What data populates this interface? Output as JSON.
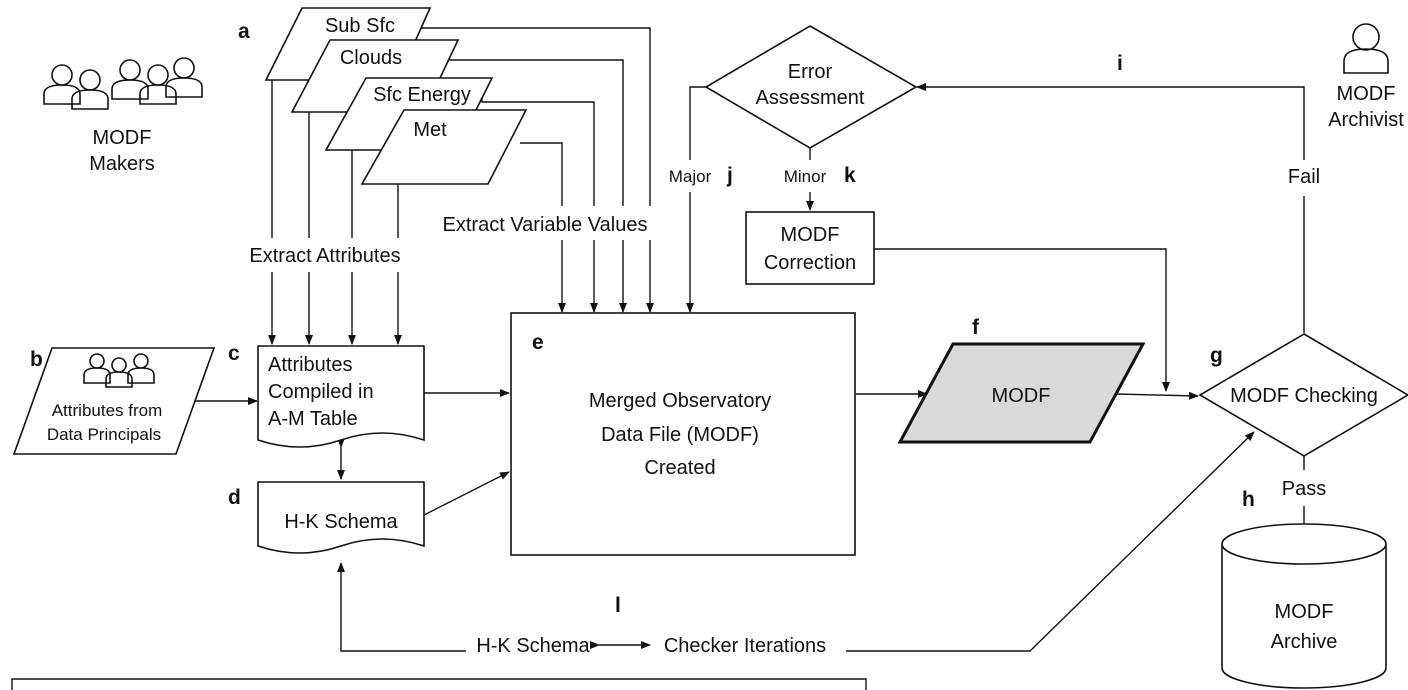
{
  "makers": {
    "line1": "MODF",
    "line2": "Makers"
  },
  "archivist": {
    "line1": "MODF",
    "line2": "Archivist"
  },
  "letters": {
    "a": "a",
    "b": "b",
    "c": "c",
    "d": "d",
    "e": "e",
    "f": "f",
    "g": "g",
    "h": "h",
    "i": "i",
    "j": "j",
    "k": "k",
    "l": "l"
  },
  "sources": {
    "sub_sfc": "Sub Sfc",
    "clouds": "Clouds",
    "sfc_energy": "Sfc Energy",
    "met": "Met"
  },
  "extract_attributes": "Extract Attributes",
  "extract_variable_values": "Extract Variable Values",
  "principals": {
    "line1": "Attributes from",
    "line2": "Data Principals"
  },
  "attributes_table": {
    "line1": "Attributes",
    "line2": "Compiled in",
    "line3": "A-M Table"
  },
  "hk_schema": "H-K Schema",
  "modf_created": {
    "line1": "Merged Observatory",
    "line2": "Data File (MODF)",
    "line3": "Created"
  },
  "modf": "MODF",
  "modf_checking": "MODF Checking",
  "error_assessment": {
    "line1": "Error",
    "line2": "Assessment"
  },
  "modf_correction": {
    "line1": "MODF",
    "line2": "Correction"
  },
  "major": "Major",
  "minor": "Minor",
  "fail": "Fail",
  "pass": "Pass",
  "archive": {
    "line1": "MODF",
    "line2": "Archive"
  },
  "iterations": {
    "left": "H-K Schema",
    "right": "Checker Iterations"
  }
}
